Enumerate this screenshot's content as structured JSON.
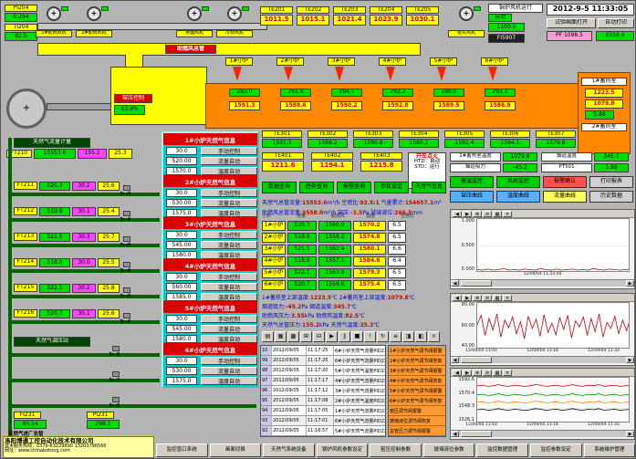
{
  "datetime": "2012-9-5 11:33:05",
  "top_left": {
    "tag1": "PI204",
    "val1": "0.294",
    "tag2": "TI204",
    "val2": "82.5"
  },
  "top_right": {
    "test_button": "试验画面打开",
    "print_button": "自动打印",
    "pf_label": "PF 1098.5",
    "fi_value": "6316.4",
    "dark_tag": "FI5907",
    "status_label": "锅炉风机运行",
    "status_mode": "自动",
    "status_value": "1100.0"
  },
  "fans": [
    "1#助燃风机",
    "2#助燃风机",
    "排烟风机",
    "冷却风机",
    "窑头风机"
  ],
  "duct_label": "助燃风总管",
  "furnace": {
    "pressure_ctrl_label": "窑压控制",
    "pressure_value": "63.9%",
    "top_sensors": [
      {
        "tag": "TE201",
        "value": "1011.5"
      },
      {
        "tag": "TE202",
        "value": "1015.1"
      },
      {
        "tag": "TE203",
        "value": "1021.4"
      },
      {
        "tag": "TE204",
        "value": "1023.9"
      },
      {
        "tag": "TE205",
        "value": "1030.1"
      }
    ],
    "burner_labels": [
      "1#小炉",
      "2#小炉",
      "3#小炉",
      "4#小炉",
      "5#小炉",
      "6#小炉"
    ],
    "crown_green": [
      "293.0",
      "291.8",
      "294.5",
      "292.2",
      "290.6",
      "293.1"
    ],
    "crown_yellow": [
      "1591.3",
      "1588.6",
      "1590.2",
      "1592.8",
      "1589.5",
      "1586.9"
    ],
    "below_sensors": [
      {
        "tag": "TE301",
        "value": "1591.3"
      },
      {
        "tag": "TE302",
        "value": "1588.2"
      },
      {
        "tag": "TE303",
        "value": "1590.8"
      },
      {
        "tag": "TE304",
        "value": "1586.2"
      },
      {
        "tag": "TE305",
        "value": "1592.4"
      },
      {
        "tag": "TE306",
        "value": "1594.1"
      },
      {
        "tag": "TE307",
        "value": "1579.8"
      }
    ],
    "regen1_label": "1#蓄热室",
    "regen2_label": "2#蓄热室",
    "regen_values": [
      "1223.5",
      "1079.8",
      "5.88"
    ]
  },
  "gas": {
    "metering_label": "天然气流量计量",
    "station_label": "天然气调压站",
    "main": {
      "tag": "FT210",
      "flow": "15553.6",
      "pressure": "155.2",
      "temp": "25.3"
    },
    "branches": [
      {
        "tag": "FT211",
        "flow": "520.3",
        "pressure": "30.2",
        "temp": "25.6"
      },
      {
        "tag": "FT212",
        "flow": "519.8",
        "pressure": "30.1",
        "temp": "25.4"
      },
      {
        "tag": "FT213",
        "flow": "521.5",
        "pressure": "30.3",
        "temp": "25.7"
      },
      {
        "tag": "FT214",
        "flow": "518.9",
        "pressure": "30.0",
        "temp": "25.5"
      },
      {
        "tag": "FT215",
        "flow": "522.1",
        "pressure": "30.2",
        "temp": "25.8"
      },
      {
        "tag": "FT216",
        "flow": "520.7",
        "pressure": "30.1",
        "temp": "25.6"
      }
    ],
    "bottom": [
      {
        "tag": "FI231",
        "value": "80.14"
      },
      {
        "tag": "PI231",
        "value": "298.1"
      }
    ],
    "inlet_label": "天然气进厂总管"
  },
  "popup": {
    "sections": [
      {
        "title": "1#小炉天然气信息",
        "pressure": "30.0",
        "flow": "520.00",
        "temp": "1570.0",
        "buttons": [
          "手动控制",
          "流量自动",
          "温度自动"
        ]
      },
      {
        "title": "2#小炉天然气信息",
        "pressure": "30.0",
        "flow": "530.00",
        "temp": "1575.0",
        "buttons": [
          "手动控制",
          "流量自动",
          "温度自动"
        ]
      },
      {
        "title": "3#小炉天然气信息",
        "pressure": "30.0",
        "flow": "545.00",
        "temp": "1580.0",
        "buttons": [
          "手动控制",
          "流量自动",
          "温度自动"
        ]
      },
      {
        "title": "4#小炉天然气信息",
        "pressure": "30.0",
        "flow": "560.00",
        "temp": "1585.0",
        "buttons": [
          "手动控制",
          "流量自动",
          "温度自动"
        ]
      },
      {
        "title": "5#小炉天然气信息",
        "pressure": "30.0",
        "flow": "545.00",
        "temp": "1580.0",
        "buttons": [
          "手动控制",
          "流量自动",
          "温度自动"
        ]
      },
      {
        "title": "6#小炉天然气信息",
        "pressure": "30.0",
        "flow": "530.00",
        "temp": "1575.0",
        "buttons": [
          "手动控制",
          "流量自动",
          "温度自动"
        ]
      }
    ]
  },
  "center": {
    "regen_top": [
      {
        "tag": "TE401",
        "value": "1211.6"
      },
      {
        "tag": "TE402",
        "value": "1194.1"
      },
      {
        "tag": "TE403",
        "value": "1215.8"
      }
    ],
    "ignition": {
      "title": "开车点火",
      "line1": "HTD：自动",
      "line2": "STD：运行"
    },
    "quick_buttons": [
      "数据查询",
      "趋势查询",
      "报警查询",
      "参数设定",
      "天然气信息"
    ],
    "summary_lines": [
      [
        [
          "天然气总管流量:",
          "b"
        ],
        [
          "15553.6",
          "r"
        ],
        [
          "m³/h ",
          "b"
        ],
        [
          "空燃比:",
          "b"
        ],
        [
          "93.5:1",
          "r"
        ],
        [
          " 气量累计:",
          "b"
        ],
        [
          "154657.1",
          "r"
        ],
        [
          "m³",
          "b"
        ]
      ],
      [
        [
          "助燃风总管流量:",
          "b"
        ],
        [
          "3558.0",
          "r"
        ],
        [
          "m³/h ",
          "b"
        ],
        [
          "窑压:",
          "b"
        ],
        [
          "-1.5",
          "r"
        ],
        [
          "Pa ",
          "b"
        ],
        [
          "玻璃液位:",
          "b"
        ],
        [
          "266.5",
          "r"
        ],
        [
          "mm",
          "b"
        ]
      ]
    ],
    "burner_header": [
      "小炉",
      "流量",
      "助燃风",
      "温度",
      "空燃比"
    ],
    "burner_rows": [
      {
        "label": "1#小炉",
        "flow": "520.3",
        "air": "1560.0",
        "temp": "1570.2",
        "ratio": "6.5"
      },
      {
        "label": "2#小炉",
        "flow": "519.8",
        "air": "1558.2",
        "temp": "1574.8",
        "ratio": "6.5"
      },
      {
        "label": "3#小炉",
        "flow": "521.5",
        "air": "1562.4",
        "temp": "1580.1",
        "ratio": "6.6"
      },
      {
        "label": "4#小炉",
        "flow": "518.9",
        "air": "1557.1",
        "temp": "1584.6",
        "ratio": "6.4"
      },
      {
        "label": "5#小炉",
        "flow": "522.1",
        "air": "1563.8",
        "temp": "1579.3",
        "ratio": "6.5"
      },
      {
        "label": "6#小炉",
        "flow": "520.7",
        "air": "1559.6",
        "temp": "1575.4",
        "ratio": "6.5"
      }
    ],
    "param_lines": [
      [
        [
          "1#蓄热室上部温度:",
          "b"
        ],
        [
          "1223.5",
          "r"
        ],
        [
          "℃  ",
          "b"
        ],
        [
          "2#蓄热室上部温度:",
          "b"
        ],
        [
          "1079.8",
          "r"
        ],
        [
          "℃",
          "b"
        ]
      ],
      [
        [
          "烟道吸力:",
          "b"
        ],
        [
          "-45.2",
          "r"
        ],
        [
          "Pa  ",
          "b"
        ],
        [
          "烟道温度:",
          "b"
        ],
        [
          "345.7",
          "r"
        ],
        [
          "℃",
          "b"
        ]
      ],
      [
        [
          "助燃风压力:",
          "b"
        ],
        [
          "3.55",
          "r"
        ],
        [
          "kPa  ",
          "b"
        ],
        [
          "助燃风温度:",
          "b"
        ],
        [
          "82.5",
          "r"
        ],
        [
          "℃",
          "b"
        ]
      ],
      [
        [
          "天然气总管压力:",
          "b"
        ],
        [
          "155.2",
          "r"
        ],
        [
          "kPa  ",
          "b"
        ],
        [
          "天然气温度:",
          "b"
        ],
        [
          "25.3",
          "r"
        ],
        [
          "℃",
          "b"
        ]
      ]
    ],
    "toolbar_icons": [
      "▤",
      "▦",
      "▩",
      "⊞",
      "⊟",
      "▶",
      "∥",
      "■",
      "!",
      "↻",
      "≡",
      "◨",
      "◧",
      "×"
    ]
  },
  "events": {
    "rows": [
      {
        "seq": "10",
        "date": "2012/09/05",
        "time": "11:17:25",
        "msg": "6#小炉天然气流量PID2312工艺调节异常报警"
      },
      {
        "seq": "99",
        "date": "2012/09/05",
        "time": "11:17:25",
        "msg": "6#小炉天然气流量PID2312工艺调节异常恢复"
      },
      {
        "seq": "98",
        "date": "2012/09/05",
        "time": "11:17:20",
        "msg": "5#小炉天然气温度PID2311工艺调节异常报警"
      },
      {
        "seq": "97",
        "date": "2012/09/05",
        "time": "11:17:17",
        "msg": "4#小炉天然气流量PID2310工艺调节异常恢复"
      },
      {
        "seq": "96",
        "date": "2012/09/05",
        "time": "11:17:12",
        "msg": "3#小炉天然气流量PID2309工艺调节异常报警"
      },
      {
        "seq": "95",
        "date": "2012/09/05",
        "time": "11:17:08",
        "msg": "2#小炉天然气温度PID2308工艺调节异常恢复"
      },
      {
        "seq": "94",
        "date": "2012/09/05",
        "time": "11:17:05",
        "msg": "1#小炉天然气流量PID2307工艺调节异常报警"
      },
      {
        "seq": "93",
        "date": "2012/09/05",
        "time": "11:17:01",
        "msg": "6#小炉天然气流量PID2306工艺调节异常恢复"
      },
      {
        "seq": "92",
        "date": "2012/09/05",
        "time": "11:16:57",
        "msg": "5#小炉天然气流量PID2305工艺调节异常报警"
      }
    ],
    "fault_rows": [
      "1#小炉天然气调节阀报警",
      "2#小炉天然气调节阀恢复",
      "3#小炉天然气调节阀报警",
      "4#小炉天然气调节阀恢复",
      "5#小炉天然气调节阀报警",
      "6#小炉天然气调节阀恢复",
      "窑压调节阀报警",
      "玻璃液位调节阀恢复",
      "总管压力调节阀报警"
    ]
  },
  "right_panel": {
    "info_boxes": [
      {
        "label": "2#蓄热室温度",
        "value": "1079.8"
      },
      {
        "label": "烟道温度",
        "value": "345.7"
      },
      {
        "label": "烟道吸力",
        "value": "-45.2"
      },
      {
        "label": "PT501",
        "value": "5.88"
      }
    ],
    "buttons_row1": [
      {
        "label": "蓄温监控",
        "color": "#00d000"
      },
      {
        "label": "风机监控",
        "color": "#00d000"
      },
      {
        "label": "报警确认",
        "color": "#ff5050"
      },
      {
        "label": "打印报表",
        "color": "#d0d0d0"
      }
    ],
    "buttons_row2": [
      {
        "label": "窑压曲线",
        "color": "#58b0ff"
      },
      {
        "label": "温度曲线",
        "color": "#58b0ff"
      },
      {
        "label": "流量曲线",
        "color": "#ffff60"
      },
      {
        "label": "历史数据",
        "color": "#d0d0d0"
      }
    ]
  },
  "chart_toolbar": [
    "◀",
    "▶",
    "⊕",
    "⊖",
    "▦",
    "×"
  ],
  "charts": [
    {
      "ylabels": [
        "1.000",
        "0.500",
        "0.000"
      ],
      "ymin": 0,
      "ymax": 1,
      "xlabels": [
        "12/09/04 11:33:04"
      ],
      "series": [
        {
          "color": "#cc0000",
          "points": [
            0.06,
            0.05,
            0.07,
            0.05,
            0.06,
            0.08,
            0.05,
            0.06,
            0.05,
            0.07,
            0.06,
            0.05,
            0.08,
            0.06,
            0.05,
            0.07,
            0.05,
            0.06,
            0.07,
            0.05,
            0.06,
            0.05,
            0.08,
            0.06,
            0.05,
            0.07,
            0.06,
            0.05,
            0.06,
            0.07
          ]
        },
        {
          "color": "#000000",
          "points": [
            0.02,
            0.02,
            0.02,
            0.02,
            0.02,
            0.02,
            0.02,
            0.02,
            0.02,
            0.02,
            0.02,
            0.02,
            0.02,
            0.02,
            0.02,
            0.02,
            0.02,
            0.02,
            0.02,
            0.02,
            0.02,
            0.02,
            0.02,
            0.02,
            0.02,
            0.02,
            0.02,
            0.02,
            0.02,
            0.02
          ]
        }
      ]
    },
    {
      "ylabels": [
        "80.00",
        "60.00",
        "40.00"
      ],
      "ymin": 30,
      "ymax": 90,
      "xlabels": [
        "12/09/04 11:03",
        "12/09/04 11:18",
        "12/09/04 11:33"
      ],
      "series": [
        {
          "color": "#cc0000",
          "points": [
            62,
            74,
            48,
            70,
            55,
            76,
            46,
            68,
            58,
            72,
            50,
            66,
            44,
            73,
            57,
            69,
            47,
            75,
            52,
            64,
            49,
            71,
            56,
            74,
            45,
            67,
            59,
            72,
            48,
            70,
            53,
            76,
            46,
            65,
            57,
            73,
            50,
            68,
            54,
            71
          ]
        }
      ]
    },
    {
      "ylabels": [
        "1592.6",
        "1570.4",
        "1548.3",
        "1526.1"
      ],
      "ymin": 1520,
      "ymax": 1600,
      "xlabels": [
        "12/09/04 11:03",
        "12/09/04 11:18",
        "12/09/04 11:33"
      ],
      "series": [
        {
          "color": "#cc0000",
          "points": [
            1586,
            1587,
            1585,
            1586,
            1588,
            1586,
            1585,
            1587,
            1586,
            1585,
            1586,
            1588,
            1587,
            1585,
            1586,
            1587,
            1585,
            1586,
            1588,
            1586,
            1585,
            1587,
            1586,
            1588,
            1585,
            1586,
            1587,
            1585,
            1586,
            1587
          ]
        },
        {
          "color": "#008000",
          "points": [
            1570,
            1571,
            1569,
            1570,
            1572,
            1570,
            1569,
            1571,
            1570,
            1569,
            1570,
            1572,
            1571,
            1569,
            1570,
            1571,
            1569,
            1570,
            1572,
            1570,
            1569,
            1571,
            1570,
            1572,
            1569,
            1570,
            1571,
            1569,
            1570,
            1571
          ]
        },
        {
          "color": "#ff8000",
          "points": [
            1557,
            1558,
            1556,
            1557,
            1559,
            1557,
            1556,
            1558,
            1557,
            1556,
            1557,
            1559,
            1558,
            1556,
            1557,
            1558,
            1556,
            1557,
            1559,
            1557,
            1556,
            1558,
            1557,
            1559,
            1556,
            1557,
            1558,
            1556,
            1557,
            1558
          ]
        },
        {
          "color": "#000000",
          "points": [
            1544,
            1545,
            1543,
            1544,
            1546,
            1544,
            1543,
            1545,
            1544,
            1543,
            1544,
            1546,
            1545,
            1543,
            1544,
            1545,
            1543,
            1544,
            1546,
            1544,
            1543,
            1545,
            1544,
            1546,
            1543,
            1544,
            1545,
            1543,
            1544,
            1545
          ]
        }
      ]
    }
  ],
  "bottom_buttons": [
    "监控窗口系统",
    "画面切换",
    "天然气系统设备",
    "锅炉风机参数设定",
    "窑压控制参数",
    "玻璃液位参数",
    "监控数据管理",
    "监控参数设定",
    "系统维护管理"
  ],
  "company": {
    "name": "洛阳博通工控自动化技术有限公司",
    "line2": "技术服务热线：0379-63229890  13203796566",
    "line3": "网址：www.chinabotong.com"
  }
}
